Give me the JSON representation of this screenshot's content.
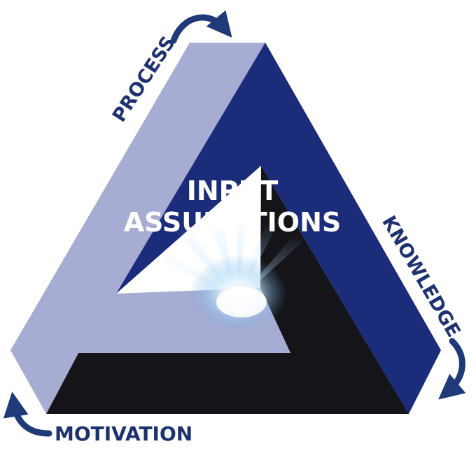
{
  "center_text": {
    "line1": "INPUT",
    "line2": "ASSUMPTIONS"
  },
  "side_labels": {
    "process": "PROCESS",
    "knowledge": "KNOWLEDGE",
    "motivation": "MOTIVATION"
  },
  "colors": {
    "light_face": "#a7acd2",
    "dark_blue_face": "#1a2c7a",
    "black_face": "#141419",
    "label_text": "#1e3170",
    "arrow": "#1e3a78",
    "center_text": "#ffffff"
  },
  "icons": {
    "process_arrow": "curved-arrow-icon",
    "knowledge_arrow": "curved-arrow-icon",
    "motivation_arrow": "curved-arrow-icon"
  }
}
